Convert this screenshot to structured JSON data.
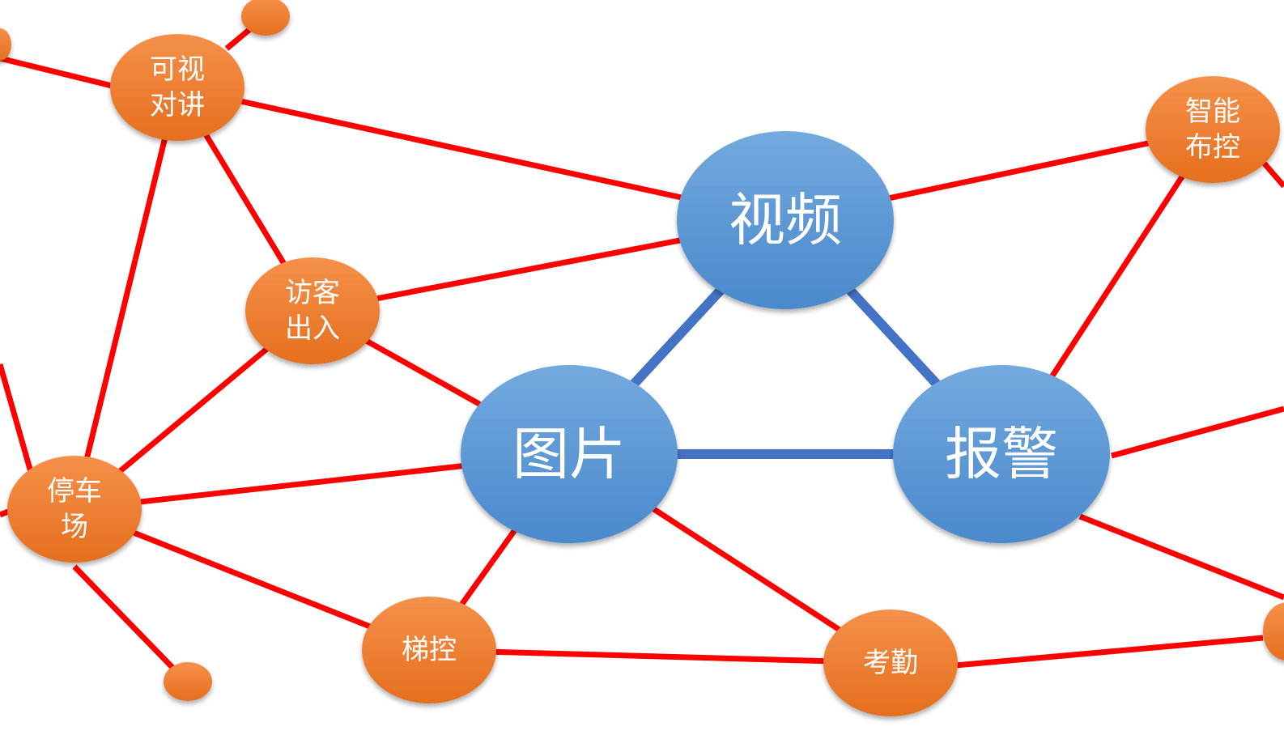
{
  "diagram": {
    "colors": {
      "red_edge": "#ff0000",
      "blue_edge": "#4472c4",
      "core_node": "#5b9bd5",
      "satellite_node": "#ed7d31",
      "label": "#ffffff"
    },
    "core_nodes": [
      {
        "id": "video",
        "label": "视频"
      },
      {
        "id": "image",
        "label": "图片"
      },
      {
        "id": "alarm",
        "label": "报警"
      }
    ],
    "satellite_nodes": [
      {
        "id": "intercom",
        "lines": [
          "可视",
          "对讲"
        ]
      },
      {
        "id": "visitor",
        "lines": [
          "访客",
          "出入"
        ]
      },
      {
        "id": "parking",
        "lines": [
          "停车",
          "场"
        ]
      },
      {
        "id": "elevator",
        "lines": [
          "梯控"
        ]
      },
      {
        "id": "attendance",
        "lines": [
          "考勤"
        ]
      },
      {
        "id": "smart_control",
        "lines": [
          "智能",
          "布控"
        ]
      }
    ],
    "core_edges": [
      [
        "video",
        "image"
      ],
      [
        "video",
        "alarm"
      ],
      [
        "image",
        "alarm"
      ]
    ],
    "edges": [
      [
        "intercom",
        "video"
      ],
      [
        "intercom",
        "visitor"
      ],
      [
        "intercom",
        "parking"
      ],
      [
        "visitor",
        "video"
      ],
      [
        "visitor",
        "image"
      ],
      [
        "visitor",
        "parking"
      ],
      [
        "parking",
        "image"
      ],
      [
        "parking",
        "elevator"
      ],
      [
        "image",
        "elevator"
      ],
      [
        "image",
        "attendance"
      ],
      [
        "elevator",
        "attendance"
      ],
      [
        "video",
        "smart_control"
      ],
      [
        "smart_control",
        "alarm"
      ]
    ]
  }
}
